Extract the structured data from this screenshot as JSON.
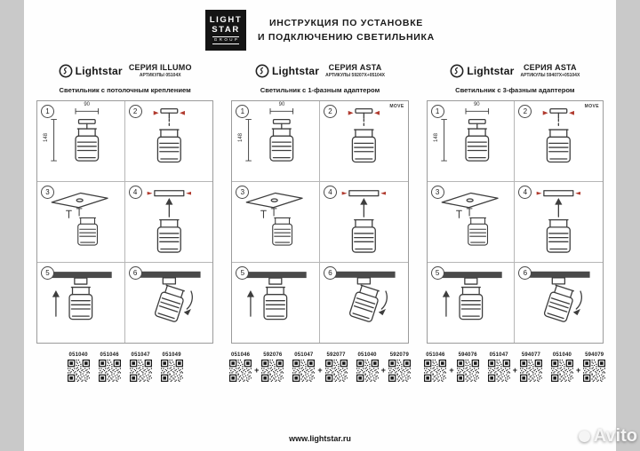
{
  "header": {
    "logo": {
      "line1": "LIGHT",
      "line2": "STAR",
      "line3": "GROUP"
    },
    "title_line1": "ИНСТРУКЦИЯ  ПО  УСТАНОВКЕ",
    "title_line2": "И ПОДКЛЮЧЕНИЮ СВЕТИЛЬНИКА"
  },
  "shared": {
    "steps": [
      "1",
      "2",
      "3",
      "4",
      "5",
      "6"
    ],
    "dim_width": "90",
    "dim_height": "148",
    "move_label": "MOVE",
    "plus": "+"
  },
  "columns": [
    {
      "brand": "Lightstar",
      "series": "СЕРИЯ ILLUMO",
      "articles": "АРТИКУЛЫ 05104X",
      "subtitle": "Светильник с потолочным креплением",
      "has_move": false,
      "code_groups": [
        [
          "051040"
        ],
        [
          "051046"
        ],
        [
          "051047"
        ],
        [
          "051049"
        ]
      ]
    },
    {
      "brand": "Lightstar",
      "series": "СЕРИЯ ASTA",
      "articles": "АРТИКУЛЫ 59207X+05104X",
      "subtitle": "Светильник с 1-фазным адаптером",
      "has_move": true,
      "code_groups": [
        [
          "051046",
          "592076"
        ],
        [
          "051047",
          "592077"
        ],
        [
          "051040",
          "592079"
        ]
      ]
    },
    {
      "brand": "Lightstar",
      "series": "СЕРИЯ ASTA",
      "articles": "АРТИКУЛЫ 59407X+05104X",
      "subtitle": "Светильник с 3-фазным адаптером",
      "has_move": true,
      "code_groups": [
        [
          "051046",
          "594076"
        ],
        [
          "051047",
          "594077"
        ],
        [
          "051040",
          "594079"
        ]
      ]
    }
  ],
  "footer": {
    "url": "www.lightstar.ru"
  },
  "watermark": {
    "text": "Avito"
  },
  "colors": {
    "ink": "#1a1a1a",
    "accent_red": "#b03a2e",
    "margin_gray": "#c9c9c9"
  }
}
